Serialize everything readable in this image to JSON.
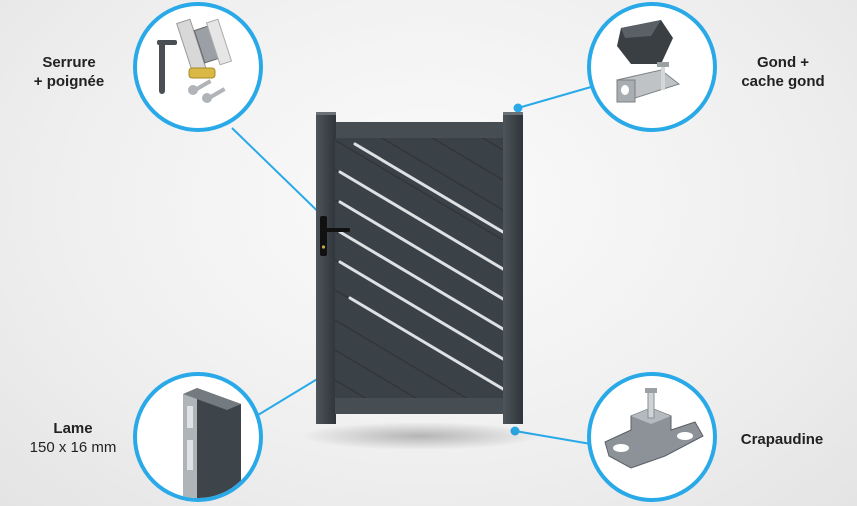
{
  "callouts": {
    "lock": {
      "line1": "Serrure",
      "line2": "+ poignée",
      "icon": "lock-handle-kit-icon"
    },
    "hinge": {
      "line1": "Gond +",
      "line2": "cache gond",
      "icon": "hinge-cover-icon"
    },
    "slat": {
      "line1": "Lame",
      "line2": "150 x 16 mm",
      "icon": "aluminium-slat-icon"
    },
    "pivot": {
      "line1": "Crapaudine",
      "icon": "pivot-bracket-icon"
    }
  },
  "colors": {
    "accent": "#29a9e8",
    "gate": "#3d4449",
    "gate_frame": "#464e54",
    "stripe": "#d9dde0"
  }
}
